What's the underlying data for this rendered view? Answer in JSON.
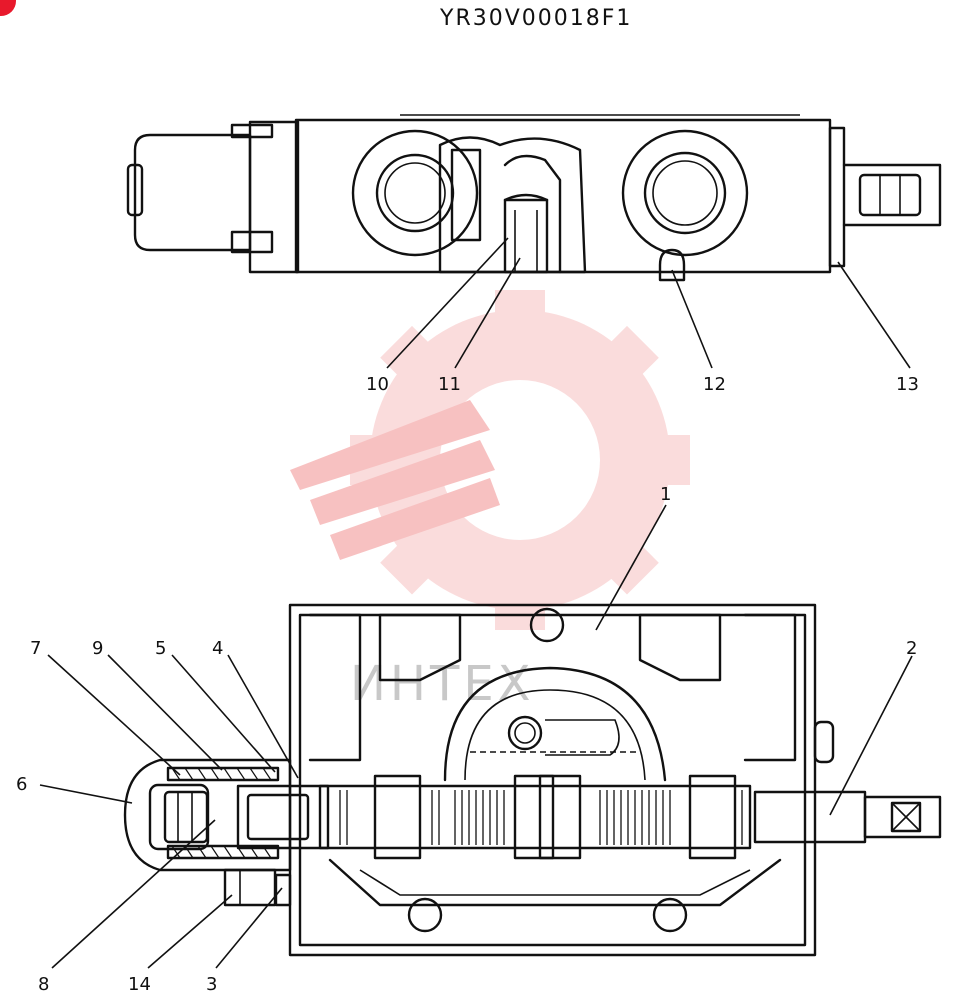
{
  "drawing": {
    "code": "YR30V00018F1",
    "watermark_text": "ИНТЕХ",
    "colors": {
      "ink": "#111111",
      "watermark": "#f5b5b5",
      "accent": "#e8192c"
    }
  },
  "callouts": {
    "c1": "1",
    "c2": "2",
    "c3": "3",
    "c4": "4",
    "c5": "5",
    "c6": "6",
    "c7": "7",
    "c8": "8",
    "c9": "9",
    "c10": "10",
    "c11": "11",
    "c12": "12",
    "c13": "13",
    "c14": "14"
  }
}
